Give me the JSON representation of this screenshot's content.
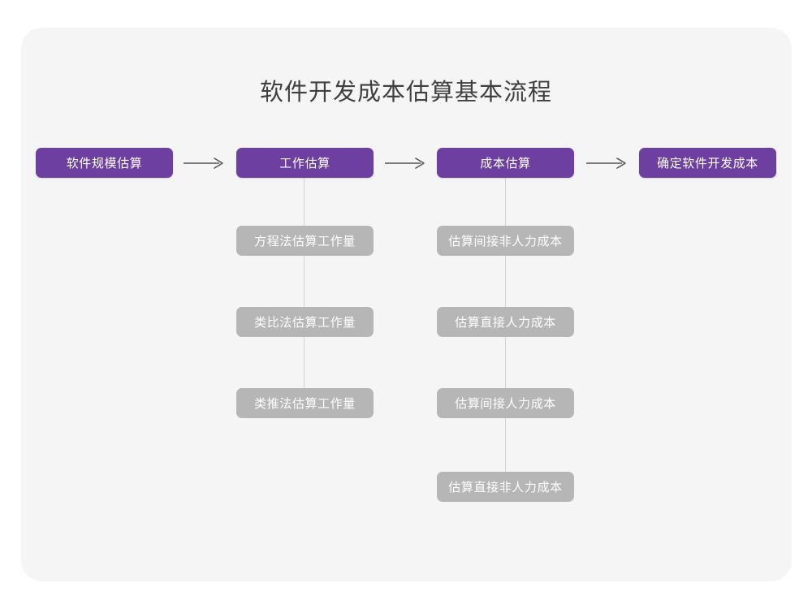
{
  "page": {
    "title": "软件开发成本估算基本流程",
    "background_color": "#ffffff",
    "card_color": "#f5f5f5",
    "accent_color": "#6d3f9e",
    "secondary_color": "#b6b6b6",
    "connector_color": "#d2d2d2",
    "arrow_color": "#555555"
  },
  "flow": {
    "main_steps": [
      {
        "label": "软件规模估算"
      },
      {
        "label": "工作估算"
      },
      {
        "label": "成本估算"
      },
      {
        "label": "确定软件开发成本"
      }
    ],
    "arrows": [
      {
        "glyph": "⟶"
      },
      {
        "glyph": "⟶"
      },
      {
        "glyph": "⟶"
      }
    ],
    "branches": [
      {
        "parent": "工作估算",
        "items": [
          {
            "label": "方程法估算工作量"
          },
          {
            "label": "类比法估算工作量"
          },
          {
            "label": "类推法估算工作量"
          }
        ]
      },
      {
        "parent": "成本估算",
        "items": [
          {
            "label": "估算间接非人力成本"
          },
          {
            "label": "估算直接人力成本"
          },
          {
            "label": "估算间接人力成本"
          },
          {
            "label": "估算直接非人力成本"
          }
        ]
      }
    ]
  }
}
